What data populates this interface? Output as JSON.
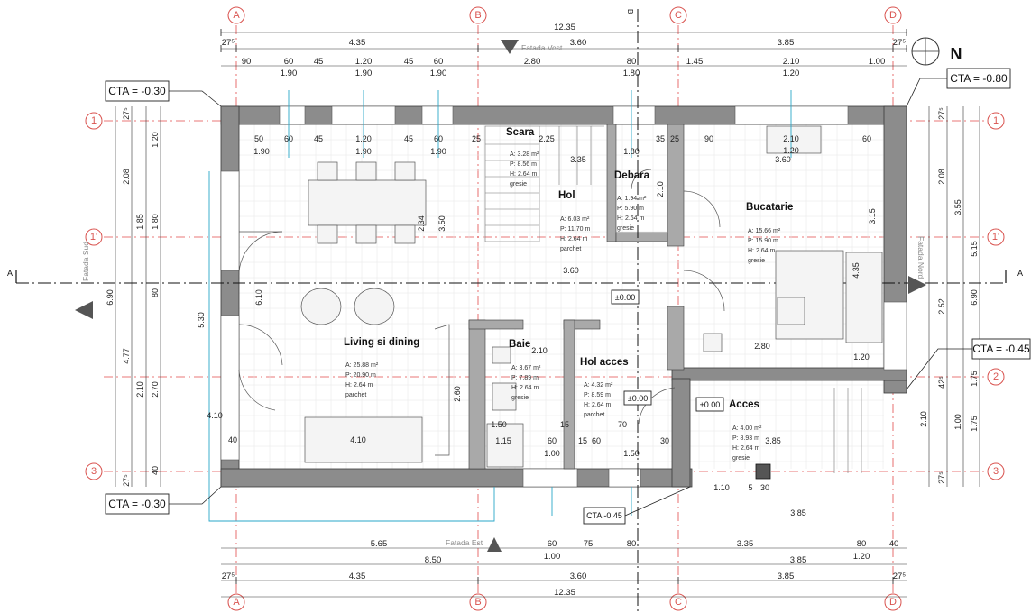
{
  "axes": {
    "columns": [
      "A",
      "B",
      "C",
      "D"
    ],
    "rows": [
      "1",
      "1'",
      "2",
      "3"
    ]
  },
  "dims": {
    "top_total": "12.35",
    "top_row2": [
      "27⁵",
      "4.35",
      "3.60",
      "3.85",
      "27⁵"
    ],
    "top_row3": [
      "90",
      "60",
      "45",
      "1.20",
      "45",
      "60",
      "2.80",
      "80",
      "1.45",
      "2.10",
      "1.00"
    ],
    "top_row3b": [
      "1.90",
      "1.90",
      "1.90",
      "1.80",
      "1.20"
    ],
    "bottom_row1": [
      "5.65",
      "60",
      "75",
      "80",
      "3.35",
      "80",
      "40"
    ],
    "bottom_row1b": [
      "1.00",
      "1.20"
    ],
    "bottom_row2": [
      "8.50",
      "3.85"
    ],
    "bottom_row3": [
      "27⁵",
      "4.35",
      "3.60",
      "3.85",
      "27⁵"
    ],
    "bottom_total": "12.35",
    "left_outer": [
      "27⁵",
      "2.08",
      "1.85",
      "80",
      "4.77",
      "2.10",
      "40",
      "27⁵"
    ],
    "left_outer_total": "6.90",
    "left_inner": [
      "1.20",
      "1.80",
      "6.10",
      "2.70"
    ],
    "right_outer": [
      "27⁵",
      "2.08",
      "3.55",
      "5.15",
      "2.52",
      "6.90",
      "42⁵",
      "1.75",
      "27⁵"
    ],
    "right_inner": [
      "1.00",
      "2.10",
      "1.75"
    ]
  },
  "labels": {
    "cta_top_left": "CTA = -0.30",
    "cta_top_right": "CTA = -0.80",
    "cta_right": "CTA = -0.45",
    "cta_bottom_left": "CTA = -0.30",
    "cta_bottom_small": "CTA -0.45",
    "level_living": "±0.00",
    "level_hol": "±0.00",
    "level_acces": "±0.00",
    "section_mark": "A",
    "section_top": "B",
    "north": "N"
  },
  "facades": {
    "west": "Fatada Vest",
    "east": "Fatada Est",
    "south": "Fatada Sud",
    "north": "Fatada Nord"
  },
  "rooms": [
    {
      "name": "Living si dining",
      "area": "A: 25.88 m²",
      "perim": "P: 20.90 m",
      "height": "H: 2.64 m",
      "floor": "parchet",
      "dim": "4.10"
    },
    {
      "name": "Scara",
      "area": "A: 3.28 m²",
      "perim": "P: 8.56 m",
      "height": "H: 2.64 m",
      "floor": "gresie",
      "dim": "3.35"
    },
    {
      "name": "Hol",
      "area": "A: 6.03 m²",
      "perim": "P: 11.70 m",
      "height": "H: 2.64 m",
      "floor": "parchet",
      "dim": "3.60"
    },
    {
      "name": "Debara",
      "area": "A: 1.94 m²",
      "perim": "P: 5.90 m",
      "height": "H: 2.64 m",
      "floor": "gresie",
      "dim": "2.10"
    },
    {
      "name": "Bucatarie",
      "area": "A: 15.66 m²",
      "perim": "P: 15.90 m",
      "height": "H: 2.64 m",
      "floor": "gresie",
      "dim": "3.60"
    },
    {
      "name": "Baie",
      "area": "A: 3.67 m²",
      "perim": "P: 7.89 m",
      "height": "H: 2.64 m",
      "floor": "gresie",
      "dim": "2.10"
    },
    {
      "name": "Hol acces",
      "area": "A: 4.32 m²",
      "perim": "P: 8.59 m",
      "height": "H: 2.64 m",
      "floor": "parchet",
      "dim": "1.50"
    },
    {
      "name": "Acces",
      "area": "A: 4.00 m²",
      "perim": "P: 8.93 m",
      "height": "H: 2.64 m",
      "floor": "gresie",
      "dim": "3.85"
    }
  ],
  "inner_dims": [
    "50",
    "60",
    "45",
    "1.20",
    "45",
    "60",
    "1.90",
    "1.90",
    "1.90",
    "25",
    "2.25",
    "1.80",
    "35",
    "25",
    "90",
    "2.10",
    "60",
    "1.20",
    "3.60",
    "3.50",
    "2.34",
    "2.80",
    "5.30",
    "2.60",
    "1.50",
    "1.15",
    "60",
    "1.00",
    "15",
    "60",
    "15",
    "1.50",
    "70",
    "30",
    "1.10",
    "5",
    "30",
    "40",
    "4.10",
    "3.85",
    "3.15",
    "4.35",
    "1.20"
  ]
}
